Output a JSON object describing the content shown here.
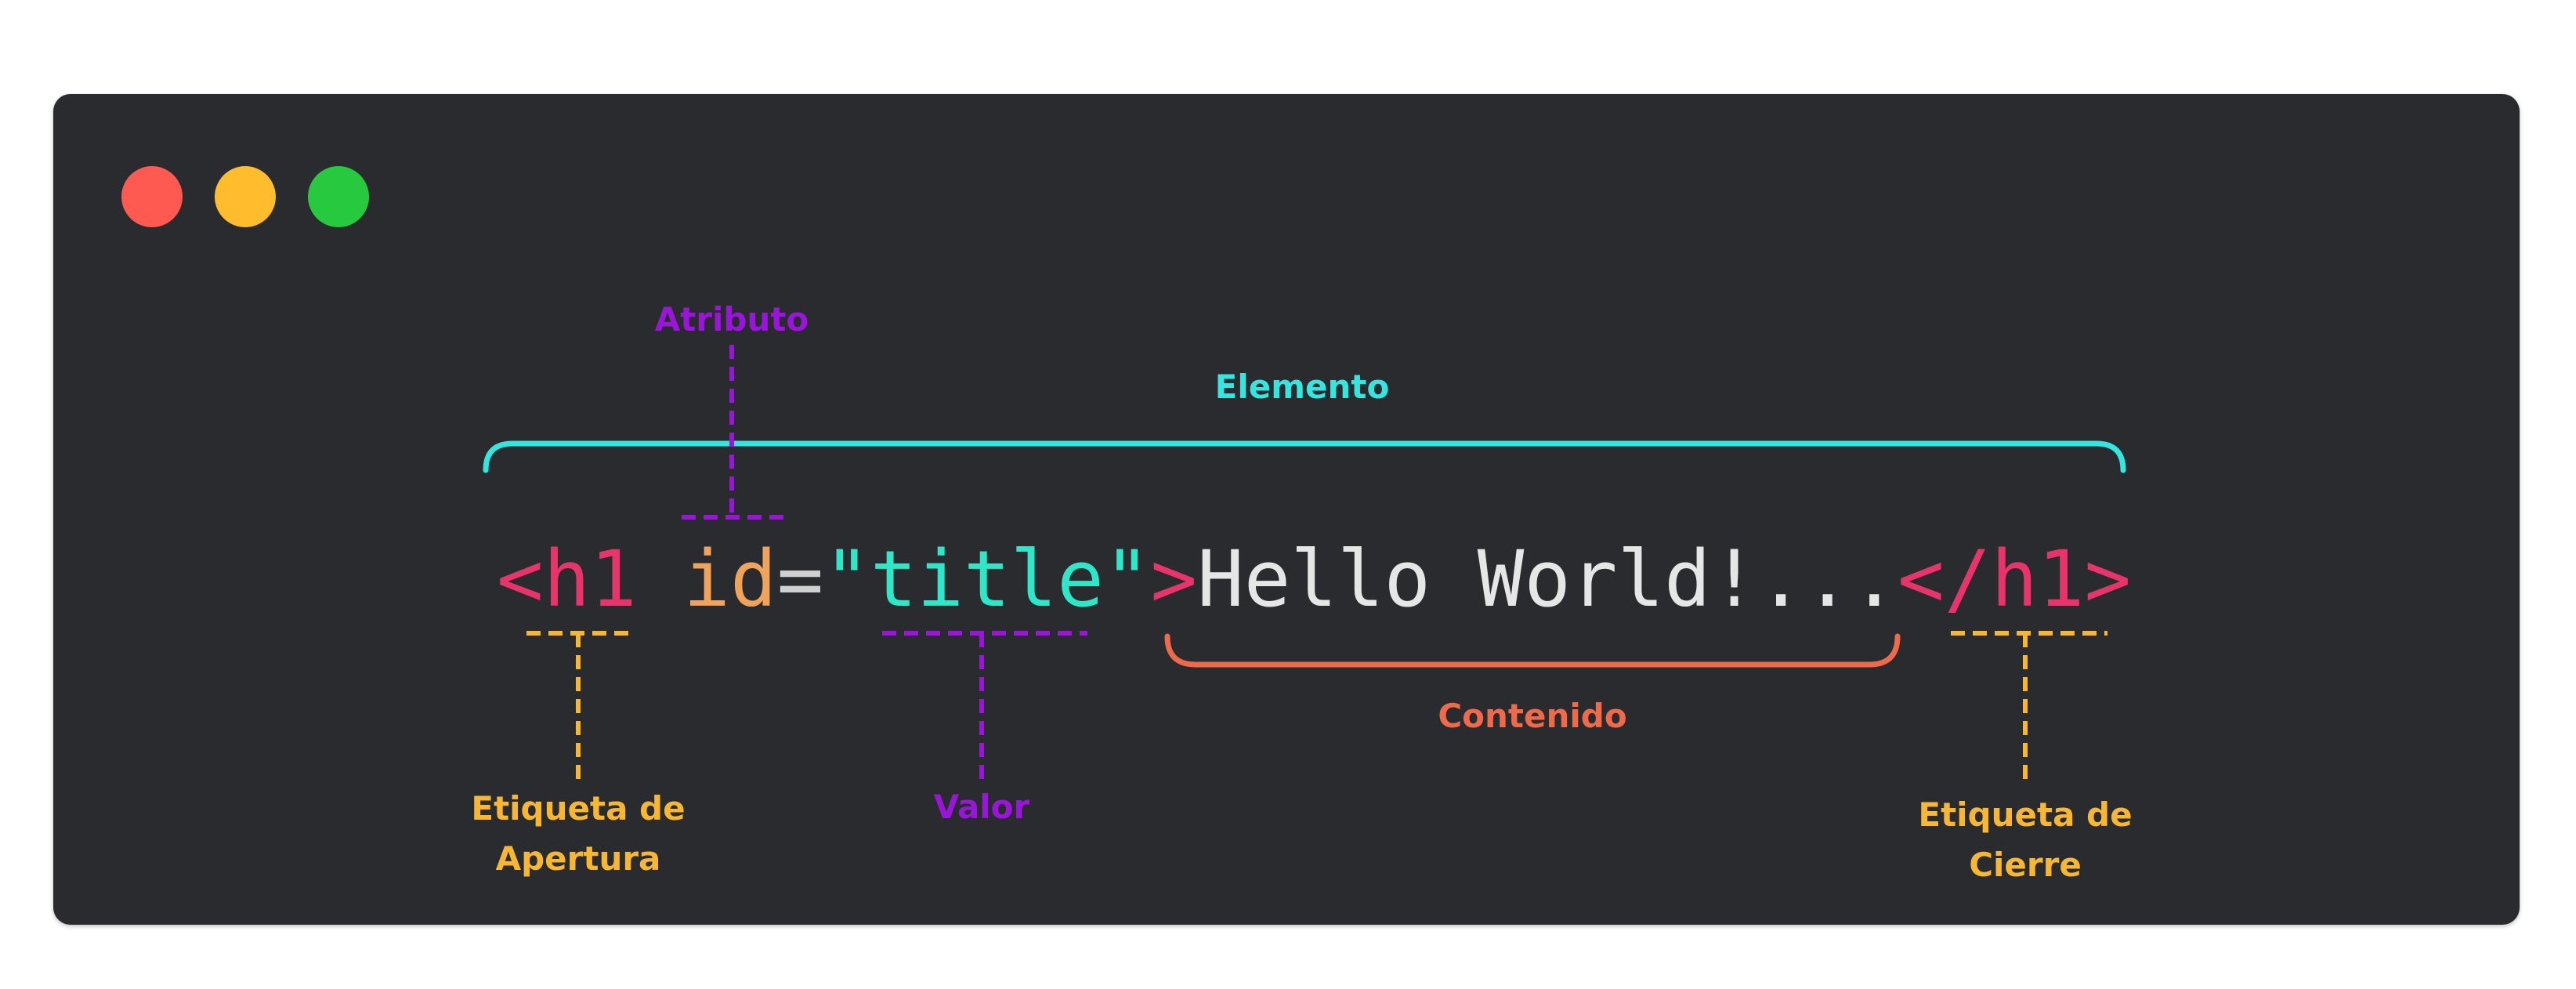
{
  "window": {
    "controls": [
      {
        "name": "close",
        "color": "#ff5a52"
      },
      {
        "name": "minimize",
        "color": "#ffbd2e"
      },
      {
        "name": "maximize",
        "color": "#27c93f"
      }
    ]
  },
  "colors": {
    "tag": "#e8336b",
    "attribute": "#f0a35a",
    "equals": "#d0d0d0",
    "value": "#2ee6c8",
    "content": "#e6e6e6",
    "elemento": "#33e6e0",
    "atributo": "#9b14d9",
    "contenido": "#ef6a4a",
    "etiqueta": "#f7b733"
  },
  "code": {
    "open_tag_start": "<h1",
    "space": " ",
    "attribute": "id",
    "equals": "=",
    "value": "\"title\"",
    "open_tag_end": ">",
    "content": "Hello World!...",
    "close_tag": "</h1>"
  },
  "annotations": {
    "atributo": "Atributo",
    "elemento": "Elemento",
    "contenido": "Contenido",
    "valor": "Valor",
    "etiqueta_apertura_line1": "Etiqueta de",
    "etiqueta_apertura_line2": "Apertura",
    "etiqueta_cierre_line1": "Etiqueta de",
    "etiqueta_cierre_line2": "Cierre"
  }
}
